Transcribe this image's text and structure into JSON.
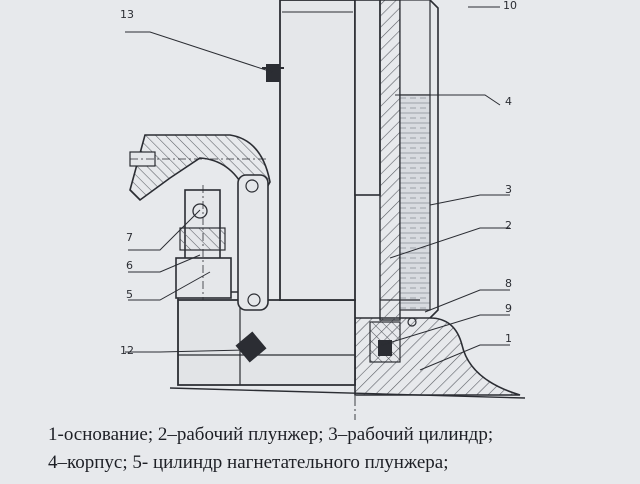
{
  "callouts": {
    "n1": "1",
    "n2": "2",
    "n3": "3",
    "n4": "4",
    "n5": "5",
    "n6": "6",
    "n7": "7",
    "n8": "8",
    "n9": "9",
    "n10": "10",
    "n12": "12",
    "n13": "13"
  },
  "caption": {
    "line1": "1-основание; 2–рабочий плунжер; 3–рабочий цилиндр;",
    "line2": "4–корпус; 5- цилиндр нагнетательного плунжера;"
  },
  "colors": {
    "paper": "#e7e9ec",
    "ink": "#2b2d33",
    "liquid": "#cfd3d8",
    "hatch": "#5a5d64"
  }
}
